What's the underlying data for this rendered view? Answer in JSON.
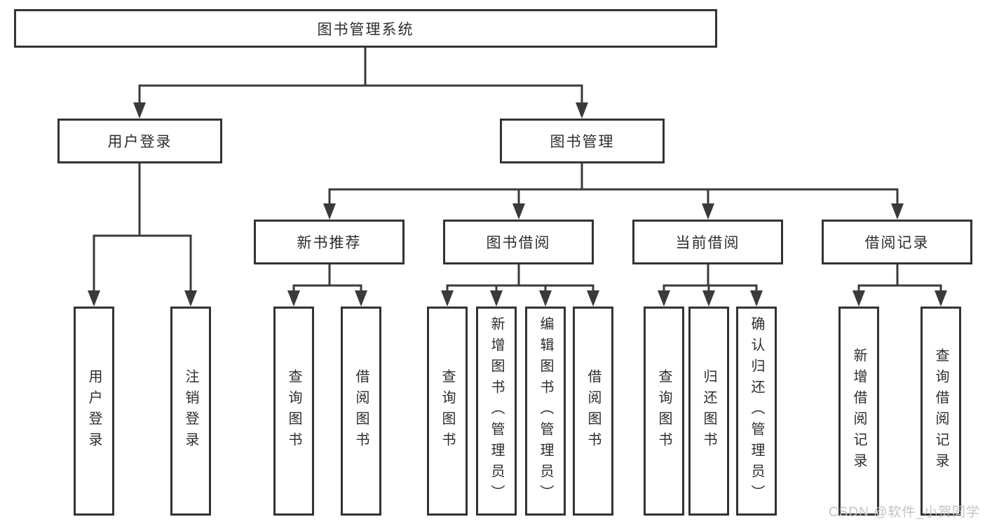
{
  "diagram": {
    "root": "图书管理系统",
    "level2": [
      {
        "label": "用户登录"
      },
      {
        "label": "图书管理"
      }
    ],
    "level3": [
      {
        "label": "新书推荐"
      },
      {
        "label": "图书借阅"
      },
      {
        "label": "当前借阅"
      },
      {
        "label": "借阅记录"
      }
    ],
    "leaves": {
      "user_login": [
        "用户登录",
        "注销登录"
      ],
      "new_books": [
        "查询图书",
        "借阅图书"
      ],
      "borrowing": [
        "查询图书",
        "新增图书（管理员）",
        "编辑图书（管理员）",
        "借阅图书"
      ],
      "current": [
        "查询图书",
        "归还图书",
        "确认归还（管理员）"
      ],
      "records": [
        "新增借阅记录",
        "查询借阅记录"
      ]
    }
  },
  "watermark": "CSDN @软件_小贺同学",
  "colors": {
    "line": "#3a3a3a",
    "border": "#333333",
    "box_bg": "#ffffff",
    "text": "#2d2d2d",
    "watermark": "#c3c3c3",
    "background": "#ffffff"
  }
}
